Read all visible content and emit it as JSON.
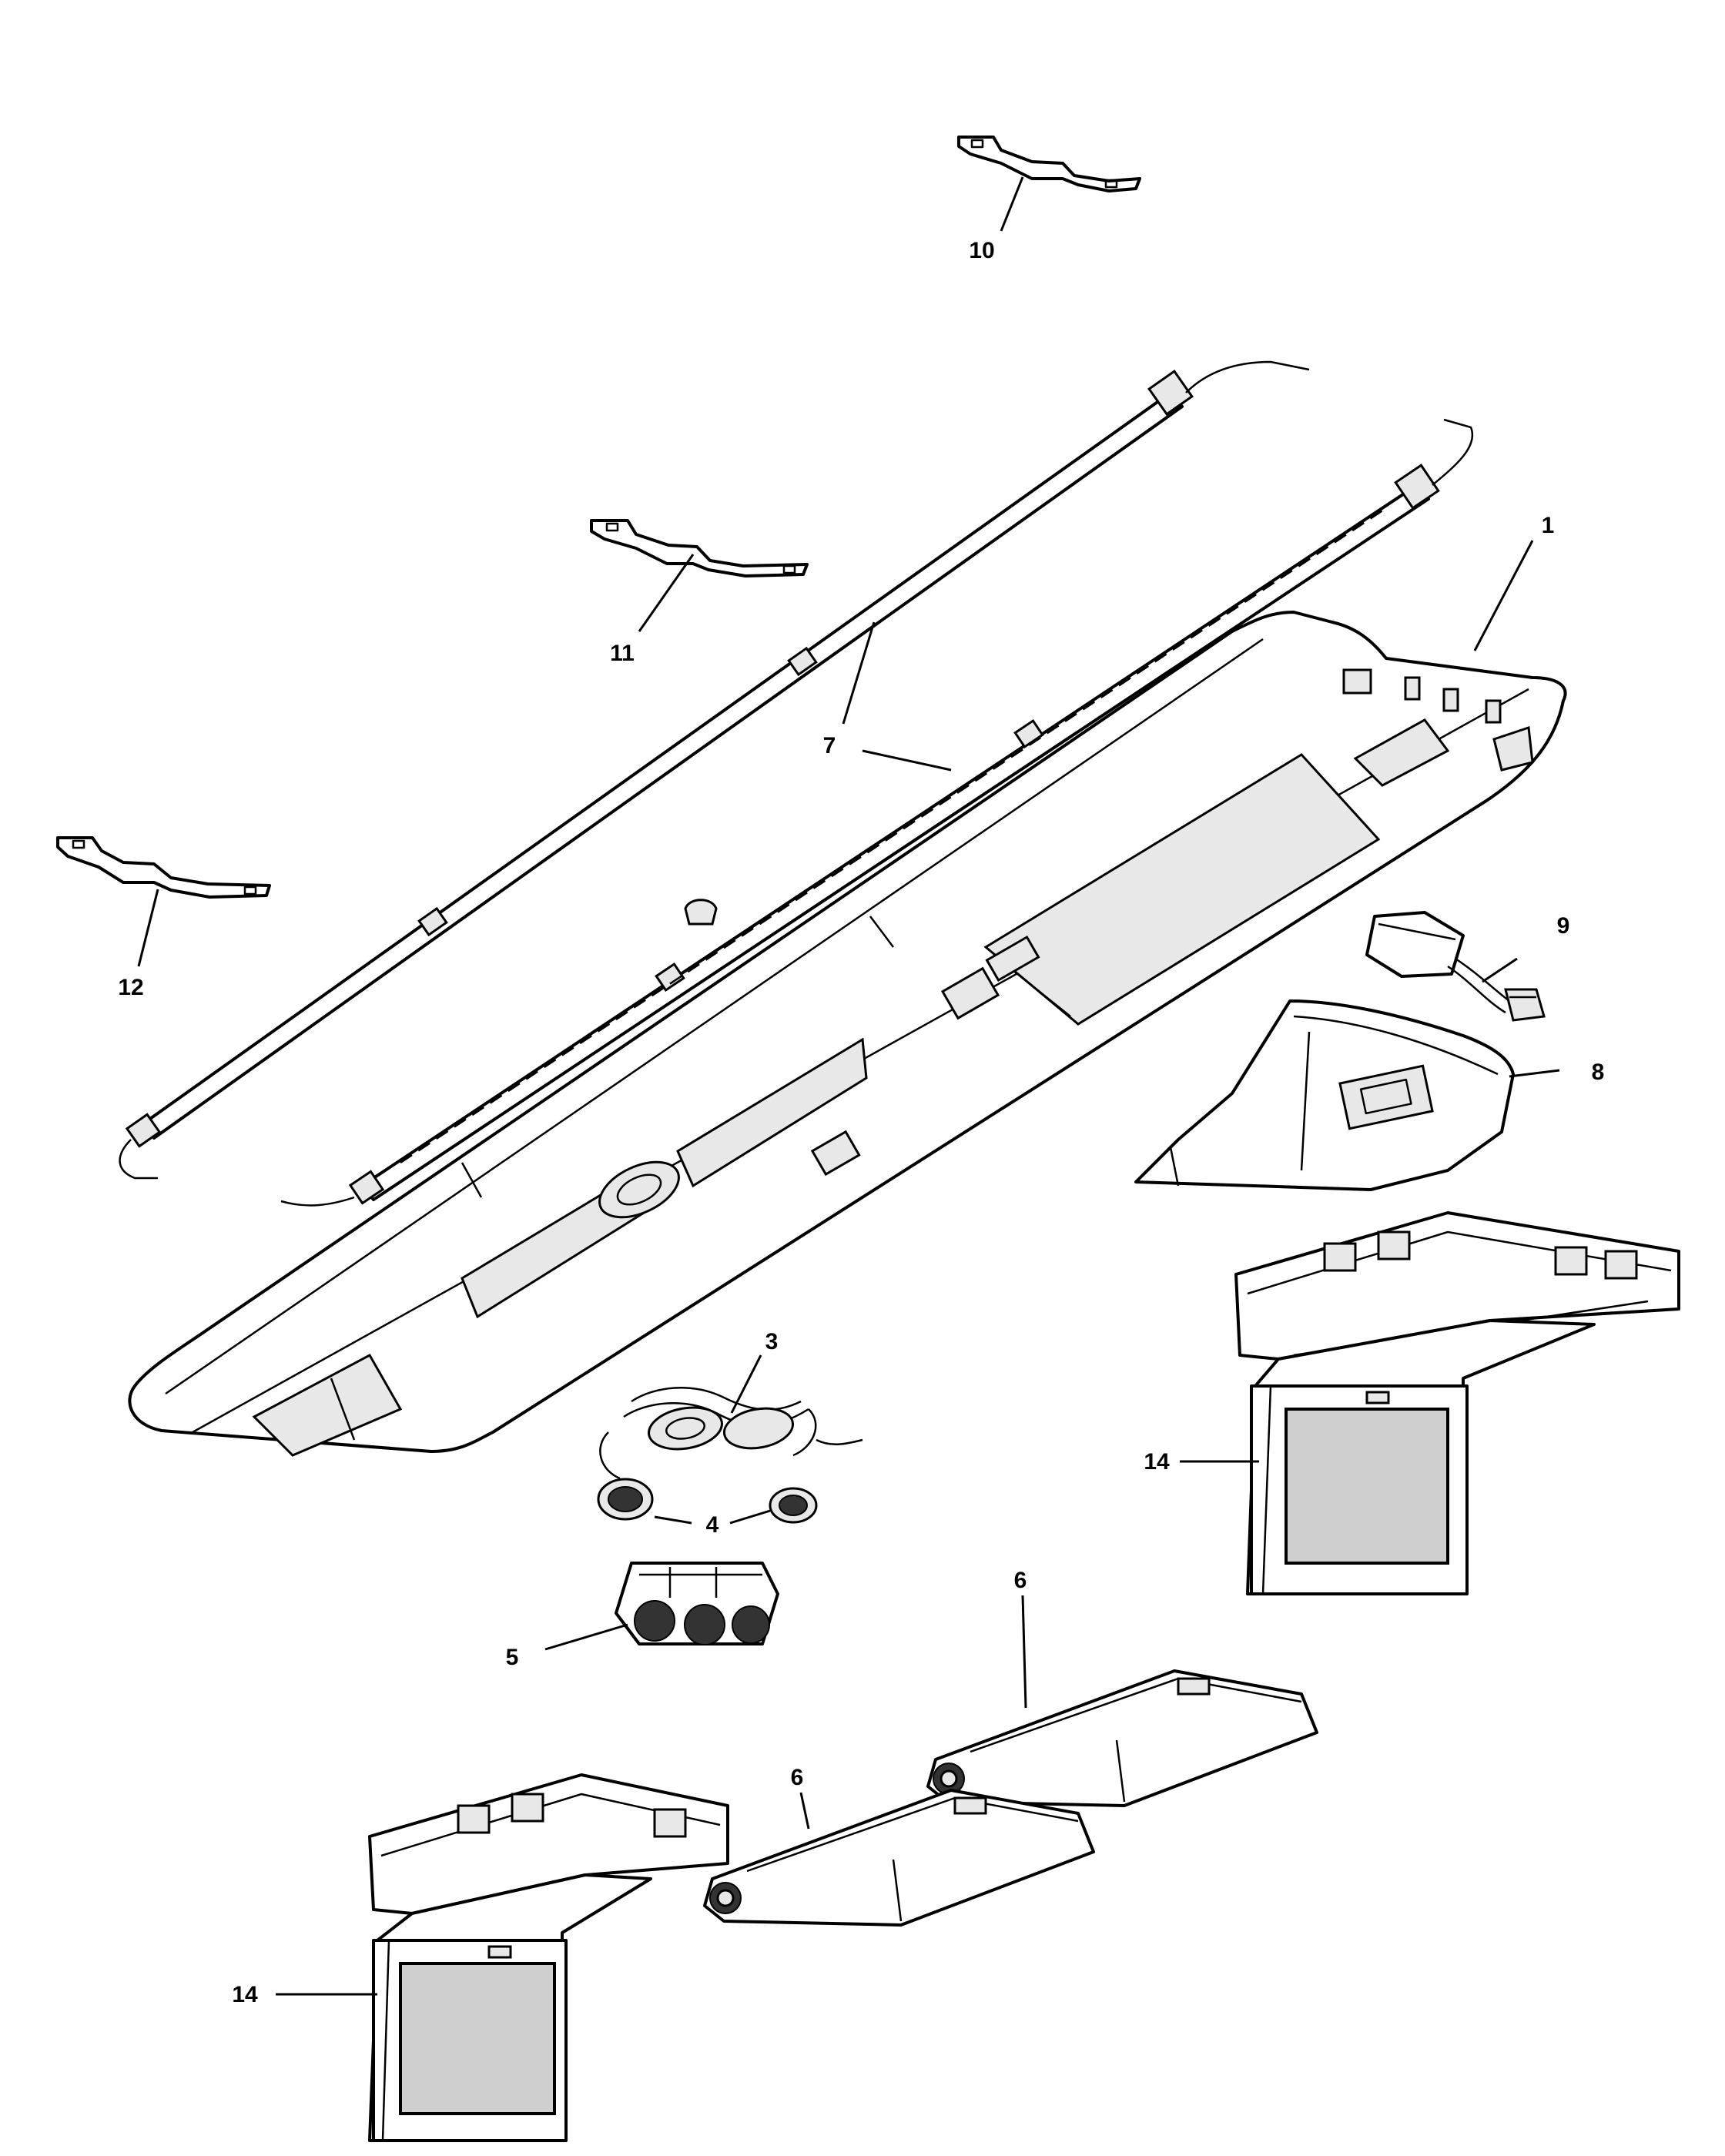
{
  "callouts": [
    {
      "id": "1",
      "label": "1"
    },
    {
      "id": "3",
      "label": "3"
    },
    {
      "id": "4",
      "label": "4"
    },
    {
      "id": "5",
      "label": "5"
    },
    {
      "id": "6a",
      "label": "6"
    },
    {
      "id": "6b",
      "label": "6"
    },
    {
      "id": "7",
      "label": "7"
    },
    {
      "id": "8",
      "label": "8"
    },
    {
      "id": "9",
      "label": "9"
    },
    {
      "id": "10",
      "label": "10"
    },
    {
      "id": "11",
      "label": "11"
    },
    {
      "id": "12",
      "label": "12"
    },
    {
      "id": "14a",
      "label": "14"
    },
    {
      "id": "14b",
      "label": "14"
    }
  ]
}
